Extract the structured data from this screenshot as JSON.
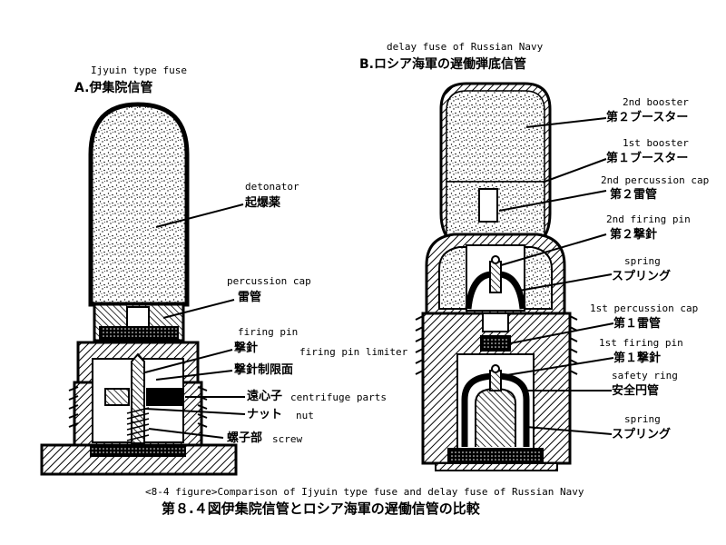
{
  "left": {
    "title_en": "Ijyuin type fuse",
    "title_jp": "A.伊集院信管",
    "labels": {
      "detonator_en": "detonator",
      "detonator_jp": "起爆薬",
      "percussion_cap_en": "percussion cap",
      "percussion_cap_jp": "雷管",
      "firing_pin_en": "firing pin",
      "firing_pin_jp": "撃針",
      "firing_pin_limiter_en": "firing pin limiter",
      "firing_pin_limiter_jp": "撃針制限面",
      "centrifuge_parts_en": "centrifuge parts",
      "centrifuge_parts_jp": "遠心子",
      "nut_en": "nut",
      "nut_jp": "ナット",
      "screw_en": "screw",
      "screw_jp": "螺子部"
    }
  },
  "right": {
    "title_en": "delay fuse of Russian Navy",
    "title_jp": "B.ロシア海軍の遅働弾底信管",
    "labels": {
      "booster2_en": "2nd booster",
      "booster2_jp": "第２ブースター",
      "booster1_en": "1st booster",
      "booster1_jp": "第１ブースター",
      "perc_cap2_en": "2nd percussion cap",
      "perc_cap2_jp": "第２雷管",
      "firing_pin2_en": "2nd firing pin",
      "firing_pin2_jp": "第２撃針",
      "spring_top_en": "spring",
      "spring_top_jp": "スプリング",
      "perc_cap1_en": "1st percussion cap",
      "perc_cap1_jp": "第１雷管",
      "firing_pin1_en": "1st firing pin",
      "firing_pin1_jp": "第１撃針",
      "safety_ring_en": "safety ring",
      "safety_ring_jp": "安全円管",
      "spring_bottom_en": "spring",
      "spring_bottom_jp": "スプリング"
    }
  },
  "caption": {
    "en": "<8-4 figure>Comparison of Ijyuin type fuse and delay fuse of Russian Navy",
    "jp": "第８.４図伊集院信管とロシア海軍の遅働信管の比較"
  }
}
